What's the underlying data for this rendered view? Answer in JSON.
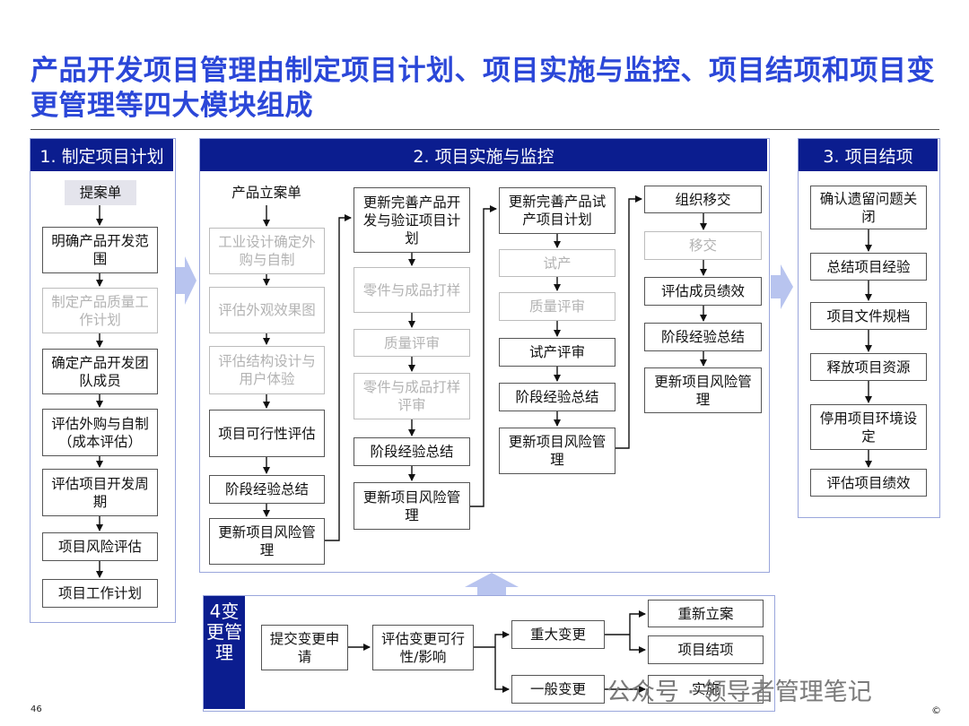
{
  "title": "产品开发项目管理由制定项目计划、项目实施与监控、项目结项和项目变更管理等四大模块组成",
  "colors": {
    "accent": "#2b47d8",
    "header": "#0b1d8f"
  },
  "section1": {
    "header": "1. 制定项目计划",
    "items": [
      "提案单",
      "明确产品开发范围",
      "制定产品质量工作计划",
      "确定产品开发团队成员",
      "评估外购与自制（成本评估）",
      "评估项目开发周期",
      "项目风险评估",
      "项目工作计划"
    ]
  },
  "section2": {
    "header": "2. 项目实施与监控",
    "col1": [
      "产品立案单",
      "工业设计确定外购与自制",
      "评估外观效果图",
      "评估结构设计与用户体验",
      "项目可行性评估",
      "阶段经验总结",
      "更新项目风险管理"
    ],
    "col2": [
      "更新完善产品开发与验证项目计划",
      "零件与成品打样",
      "质量评审",
      "零件与成品打样评审",
      "阶段经验总结",
      "更新项目风险管理"
    ],
    "col3": [
      "更新完善产品试产项目计划",
      "试产",
      "质量评审",
      "试产评审",
      "阶段经验总结",
      "更新项目风险管理"
    ],
    "col4": [
      "组织移交",
      "移交",
      "评估成员绩效",
      "阶段经验总结",
      "更新项目风险管理"
    ]
  },
  "section3": {
    "header": "3. 项目结项",
    "items": [
      "确认遗留问题关闭",
      "总结项目经验",
      "项目文件规档",
      "释放项目资源",
      "停用项目环境设定",
      "评估项目绩效"
    ]
  },
  "section4": {
    "header": "4变更管理",
    "items": [
      "提交变更申请",
      "评估变更可行性/影响",
      "重大变更",
      "一般变更",
      "重新立案",
      "项目结项",
      "实施"
    ]
  },
  "footer": {
    "page": "46",
    "watermark": "公众号 · 领导者管理笔记",
    "copyright": "©"
  }
}
